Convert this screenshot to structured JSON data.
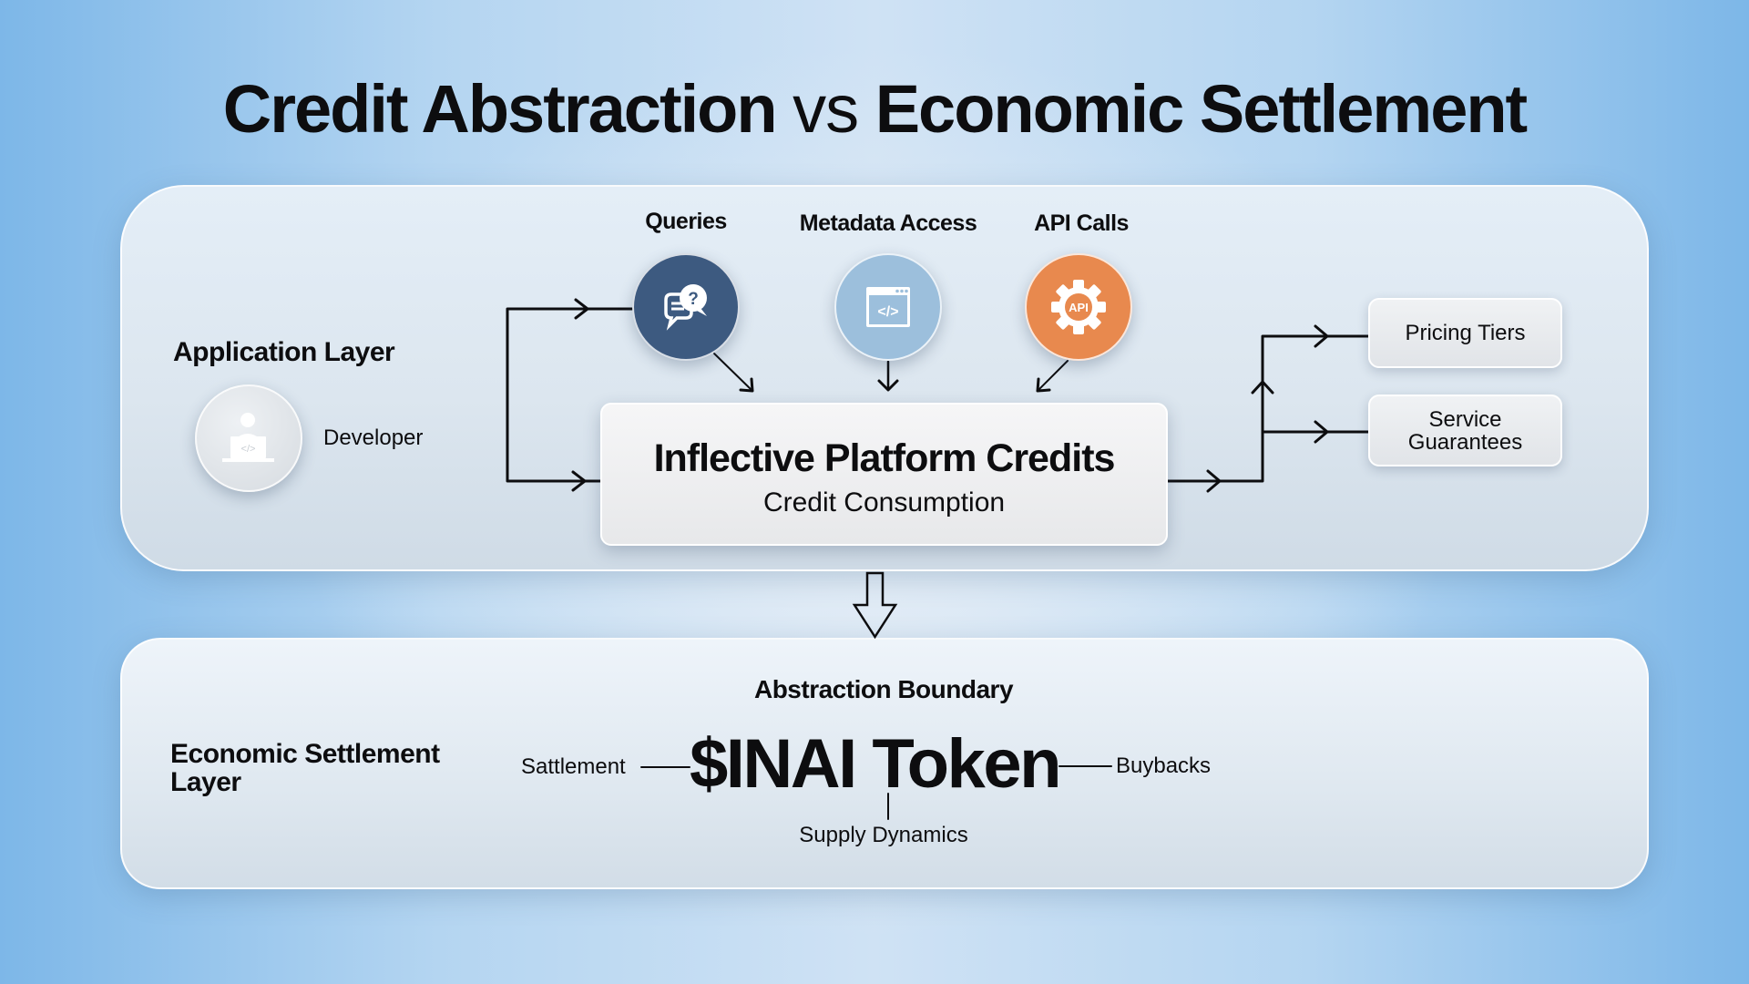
{
  "title": {
    "part1": "Credit Abstraction",
    "vs": "vs",
    "part2": "Economic Settlement"
  },
  "application_layer": {
    "heading": "Application Layer",
    "actor": {
      "label": "Developer",
      "icon": "developer-laptop-icon"
    }
  },
  "inputs": [
    {
      "label": "Queries",
      "icon": "chat-question-icon",
      "color": "#3d5a80"
    },
    {
      "label": "Metadata Access",
      "icon": "code-window-icon",
      "color": "#9cbfdc"
    },
    {
      "label": "API Calls",
      "icon": "api-gear-icon",
      "color": "#e8894e",
      "icon_text": "API"
    }
  ],
  "platform": {
    "title": "Inflective Platform Credits",
    "subtitle": "Credit Consumption"
  },
  "outputs": [
    {
      "label": "Pricing Tiers"
    },
    {
      "label_line1": "Service",
      "label_line2": "Guarantees"
    }
  ],
  "settlement_layer": {
    "boundary_label": "Abstraction Boundary",
    "heading_line1": "Economic Settlement",
    "heading_line2": "Layer",
    "token": "$INAI Token",
    "left_label": "Sattlement",
    "right_label": "Buybacks",
    "bottom_label": "Supply Dynamics"
  }
}
